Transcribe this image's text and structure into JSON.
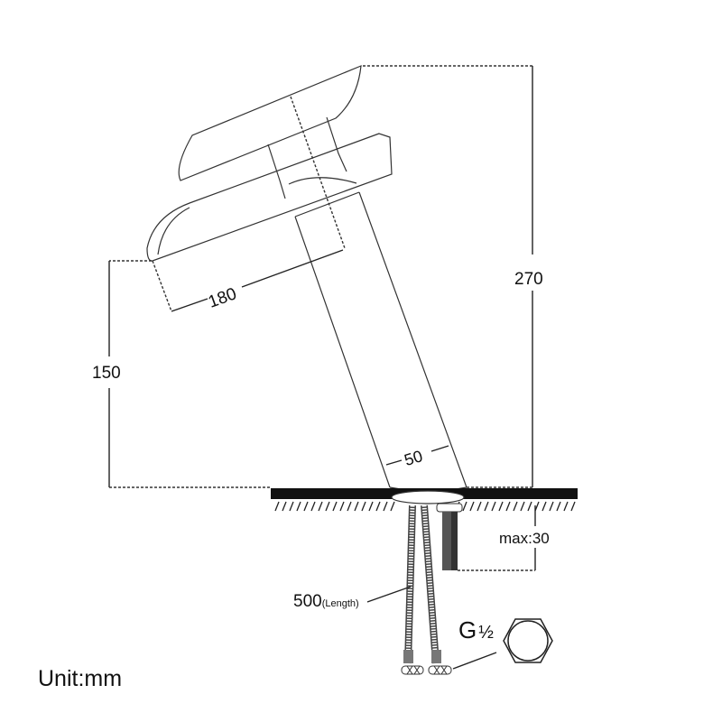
{
  "dimensions": {
    "total_height": "270",
    "spout_height": "150",
    "spout_reach": "180",
    "body_diameter": "50",
    "max_deck_thickness": "max:30",
    "hose_length_value": "500",
    "hose_length_note": "(Length)",
    "thread_letter": "G",
    "thread_fraction": "½"
  },
  "unit_label": "Unit:mm",
  "colors": {
    "line": "#333333",
    "counter": "#111111"
  }
}
